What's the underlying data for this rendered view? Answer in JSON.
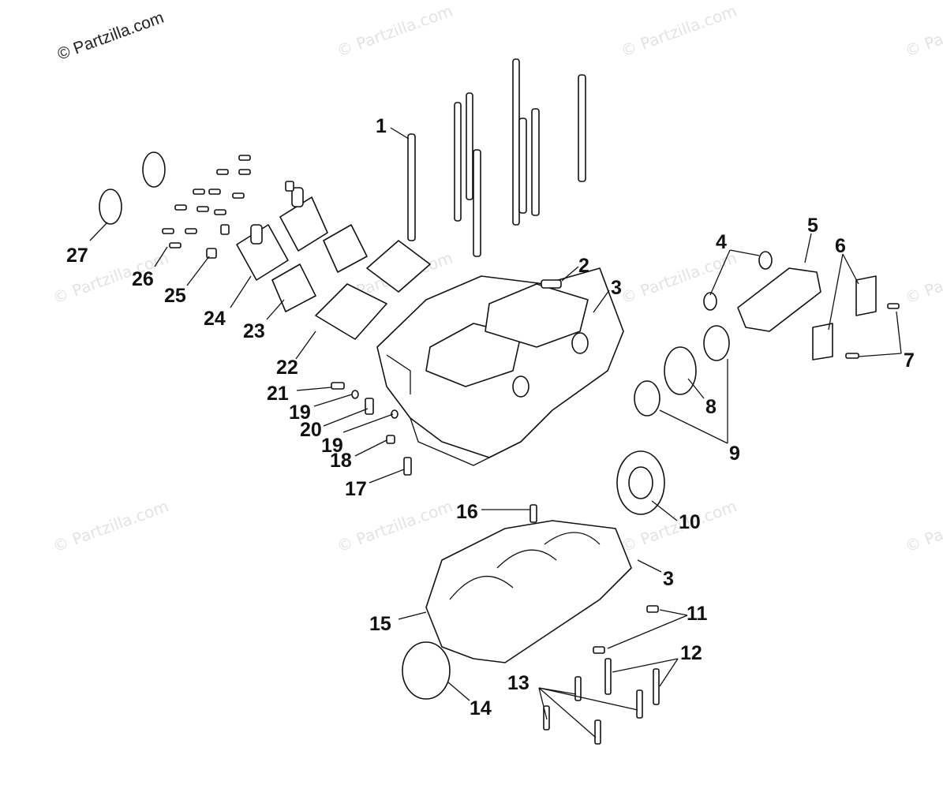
{
  "watermark": {
    "main": "© Partzilla.com",
    "faint": "© Partzilla.com"
  },
  "callouts": {
    "c1": "1",
    "c2": "2",
    "c3a": "3",
    "c3b": "3",
    "c4": "4",
    "c5": "5",
    "c6": "6",
    "c7": "7",
    "c8": "8",
    "c9": "9",
    "c10": "10",
    "c11": "11",
    "c12": "12",
    "c13": "13",
    "c14": "14",
    "c15": "15",
    "c16": "16",
    "c17": "17",
    "c18": "18",
    "c19a": "19",
    "c19b": "19",
    "c20": "20",
    "c21": "21",
    "c22": "22",
    "c23": "23",
    "c24": "24",
    "c25": "25",
    "c26": "26",
    "c27": "27"
  },
  "colors": {
    "line": "#111111",
    "background": "#ffffff",
    "watermark": "#e3e3e3"
  }
}
